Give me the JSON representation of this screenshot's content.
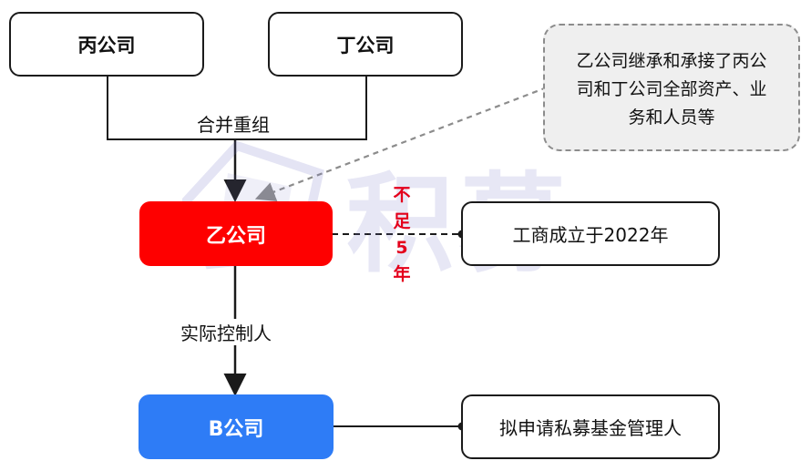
{
  "nodes": {
    "bing": "丙公司",
    "ding": "丁公司",
    "yi": "乙公司",
    "b": "B公司",
    "founded": "工商成立于2022年",
    "apply": "拟申请私募基金管理人"
  },
  "note": {
    "line1": "乙公司继承和承接了丙公",
    "line2": "司和丁公司全部资产、业",
    "line3": "务和人员等"
  },
  "edges": {
    "merger_label": "合并重组",
    "control_label": "实际控制人",
    "not_five_years": [
      "不",
      "足",
      "5",
      "年"
    ]
  },
  "watermark": "积募",
  "colors": {
    "yi_fill": "#fe0000",
    "b_fill": "#2e7cf6",
    "warning_text": "#e4001b",
    "stroke": "#1a1a1a",
    "note_border": "#8c8c8c",
    "note_fill": "#efefef"
  }
}
